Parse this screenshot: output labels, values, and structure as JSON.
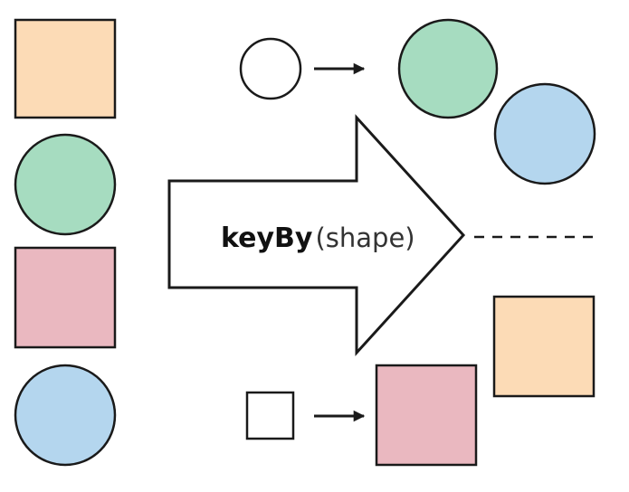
{
  "operation": {
    "function_name": "keyBy",
    "argument": "(shape)"
  },
  "colors": {
    "peach": "#fcdbb6",
    "green": "#a6dcc0",
    "pink": "#eab8c0",
    "blue": "#b4d6ee",
    "stroke": "#1a1a1a",
    "key_fill": "#ffffff"
  },
  "input_stream": [
    "peach-square",
    "green-circle",
    "pink-square",
    "blue-circle"
  ],
  "partitions": [
    {
      "key_shape": "circle",
      "members": [
        "green-circle",
        "blue-circle"
      ]
    },
    {
      "key_shape": "square",
      "members": [
        "pink-square",
        "peach-square"
      ]
    }
  ]
}
